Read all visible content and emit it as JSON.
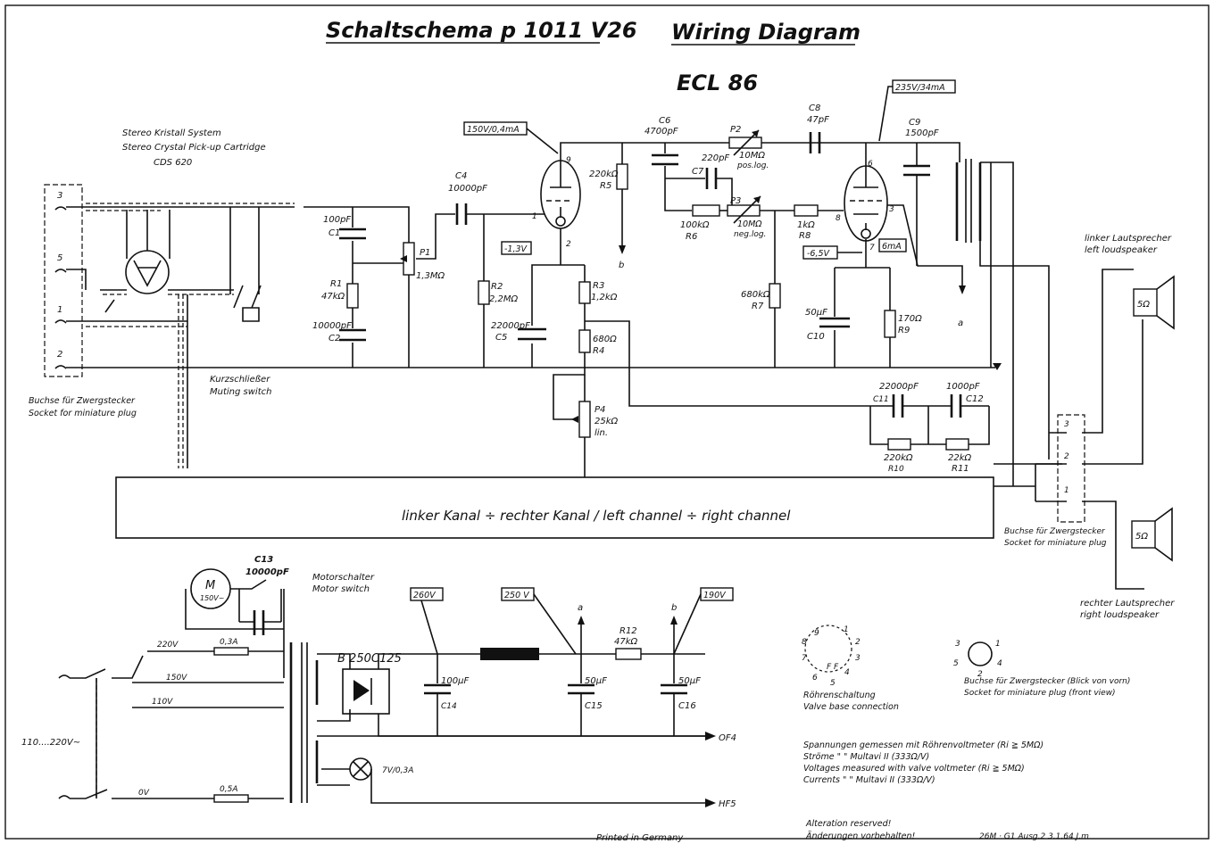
{
  "title": {
    "main": "Schaltschema p 1011 V26",
    "right": "Wiring Diagram"
  },
  "tube": "ECL 86",
  "cartridge": [
    "Stereo Kristall System",
    "Stereo Crystal Pick-up Cartridge",
    "CDS 620"
  ],
  "input_socket": {
    "label_de": "Buchse für Zwergstecker",
    "label_en": "Socket for miniature plug",
    "pins": [
      "3",
      "5",
      "1",
      "2"
    ]
  },
  "muting": {
    "label_de": "Kurzschließer",
    "label_en": "Muting switch"
  },
  "voltage_boxes": {
    "v150": "150V/0,4mA",
    "v235": "235V/34mA",
    "v13": "-1,3V",
    "v65": "-6,5V",
    "ma6": "6mA"
  },
  "components": {
    "c1": "100pF",
    "c1n": "C1",
    "r1": "47kΩ",
    "r1n": "R1",
    "c2": "10000pF",
    "c2n": "C2",
    "p1n": "P1",
    "p1": "1,3MΩ",
    "c4n": "C4",
    "c4": "10000pF",
    "r2n": "R2",
    "r2": "2,2MΩ",
    "c5": "22000pF",
    "c5n": "C5",
    "r3n": "R3",
    "r3": "1,2kΩ",
    "r4": "680Ω",
    "r4n": "R4",
    "p4n": "P4",
    "p4": "25kΩ",
    "p4t": "lin.",
    "r5": "220kΩ",
    "r5n": "R5",
    "c6n": "C6",
    "c6": "4700pF",
    "c7": "220pF",
    "c7n": "C7",
    "p2n": "P2",
    "p2": "10MΩ",
    "p2t": "pos.log.",
    "p3n": "P3",
    "p3": "10MΩ",
    "p3t": "neg.log.",
    "r6": "100kΩ",
    "r6n": "R6",
    "r7": "680kΩ",
    "r7n": "R7",
    "r8": "1kΩ",
    "r8n": "R8",
    "c8n": "C8",
    "c8": "47pF",
    "c9n": "C9",
    "c9": "1500pF",
    "c10": "50µF",
    "c10n": "C10",
    "r9": "170Ω",
    "r9n": "R9",
    "c11": "22000pF",
    "c11n": "C11",
    "c12": "1000pF",
    "c12n": "C12",
    "r10": "220kΩ",
    "r10n": "R10",
    "r11": "22kΩ",
    "r11n": "R11",
    "c13n": "C13",
    "c13": "10000pF",
    "c14": "100µF",
    "c14n": "C14",
    "c15": "50µF",
    "c15n": "C15",
    "r12n": "R12",
    "r12": "47kΩ",
    "c16": "50µF",
    "c16n": "C16"
  },
  "pins": {
    "p9": "9",
    "p1": "1",
    "p2": "2",
    "p6": "6",
    "p8": "8",
    "p3": "3",
    "p7": "7"
  },
  "nodes": {
    "a": "a",
    "b": "b"
  },
  "channel_bar": "linker Kanal ÷ rechter Kanal / left channel ÷ right channel",
  "speakers": {
    "left_de": "linker Lautsprecher",
    "left_en": "left loudspeaker",
    "right_de": "rechter Lautsprecher",
    "right_en": "right loudspeaker",
    "ohm": "5Ω"
  },
  "output_socket": {
    "label_de": "Buchse für Zwergstecker",
    "label_en": "Socket for miniature plug",
    "pins": [
      "3",
      "2",
      "1"
    ]
  },
  "power": {
    "motor": "M",
    "motor_v": "150V~",
    "motor_switch_de": "Motorschalter",
    "motor_switch_en": "Motor switch",
    "rectifier": "B 250C125",
    "v260": "260V",
    "v250": "250 V",
    "v190": "190V",
    "t220": "220V",
    "t150": "150V",
    "t110": "110V",
    "t0": "0V",
    "f1": "0,3A",
    "f2": "0,5A",
    "lamp": "7V/0,3A",
    "mains": "110....220V~",
    "of4": "OF4",
    "hf5": "HF5"
  },
  "valve": {
    "label_de": "Röhrenschaltung",
    "label_en": "Valve base connection",
    "pins": [
      "9",
      "1",
      "8",
      "2",
      "7",
      "3",
      "6",
      "4",
      "5"
    ],
    "f": "F F"
  },
  "socket_view": {
    "label_de": "Buchse für Zwergstecker (Blick von vorn)",
    "label_en": "Socket for miniature plug (front view)",
    "pins": [
      "3",
      "1",
      "5",
      "4",
      "2"
    ]
  },
  "notes": [
    "Spannungen gemessen mit Röhrenvoltmeter (Ri ≧ 5MΩ)",
    "Ströme          \"         \"   Multavi II (333Ω/V)",
    "Voltages measured with valve voltmeter (Ri ≧ 5MΩ)",
    "Currents         \"         \"   Multavi II (333Ω/V)"
  ],
  "footer": {
    "printed": "Printed in Germany",
    "alt_en": "Alteration reserved!",
    "alt_de": "Änderungen vorbehalten!",
    "code": "26M · G1  Ausg.2  3.1.64 J.m"
  }
}
